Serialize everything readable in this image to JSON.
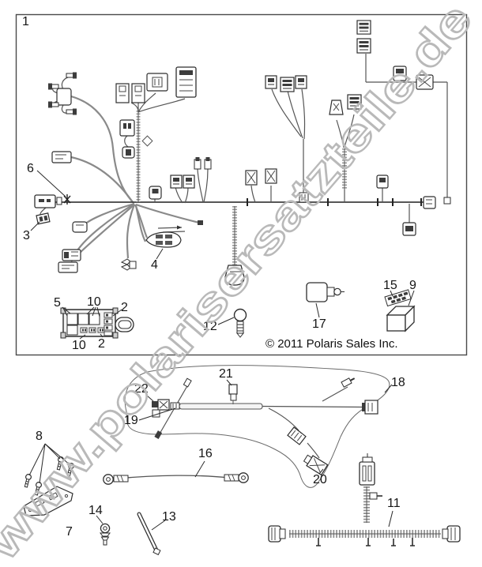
{
  "watermark": "www.polarisersatzteile.de",
  "figure": {
    "copyright": "© 2011 Polaris Sales Inc."
  },
  "labels": [
    {
      "num": "1"
    },
    {
      "num": "6"
    },
    {
      "num": "3"
    },
    {
      "num": "4"
    },
    {
      "num": "5"
    },
    {
      "num": "10"
    },
    {
      "num": "2"
    },
    {
      "num": "10"
    },
    {
      "num": "2"
    },
    {
      "num": "12"
    },
    {
      "num": "17"
    },
    {
      "num": "15"
    },
    {
      "num": "9"
    },
    {
      "num": "21"
    },
    {
      "num": "22"
    },
    {
      "num": "18"
    },
    {
      "num": "19"
    },
    {
      "num": "16"
    },
    {
      "num": "20"
    },
    {
      "num": "8"
    },
    {
      "num": "14"
    },
    {
      "num": "7"
    },
    {
      "num": "13"
    },
    {
      "num": "11"
    }
  ]
}
